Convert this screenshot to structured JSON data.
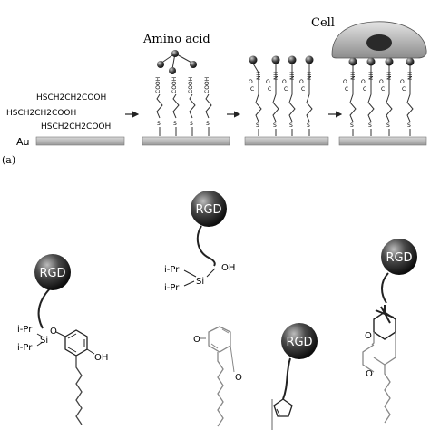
{
  "panel_a": {
    "label": "(a)",
    "substrate": "Au",
    "amino_acid_label": "Amino acid",
    "cell_label": "Cell",
    "thiols": [
      "HSCH2CH2COOH",
      "HSCH2CH2COOH",
      "HSCH2CH2COOH"
    ],
    "carboxyl": "COOH",
    "sulfur": "S",
    "amide_nh": "NH",
    "amide_c": "C",
    "amide_o": "O"
  },
  "panel_b": {
    "rgd": "RGD",
    "ipr": "i-Pr",
    "si": "Si",
    "oh": "OH",
    "o": "O"
  }
}
